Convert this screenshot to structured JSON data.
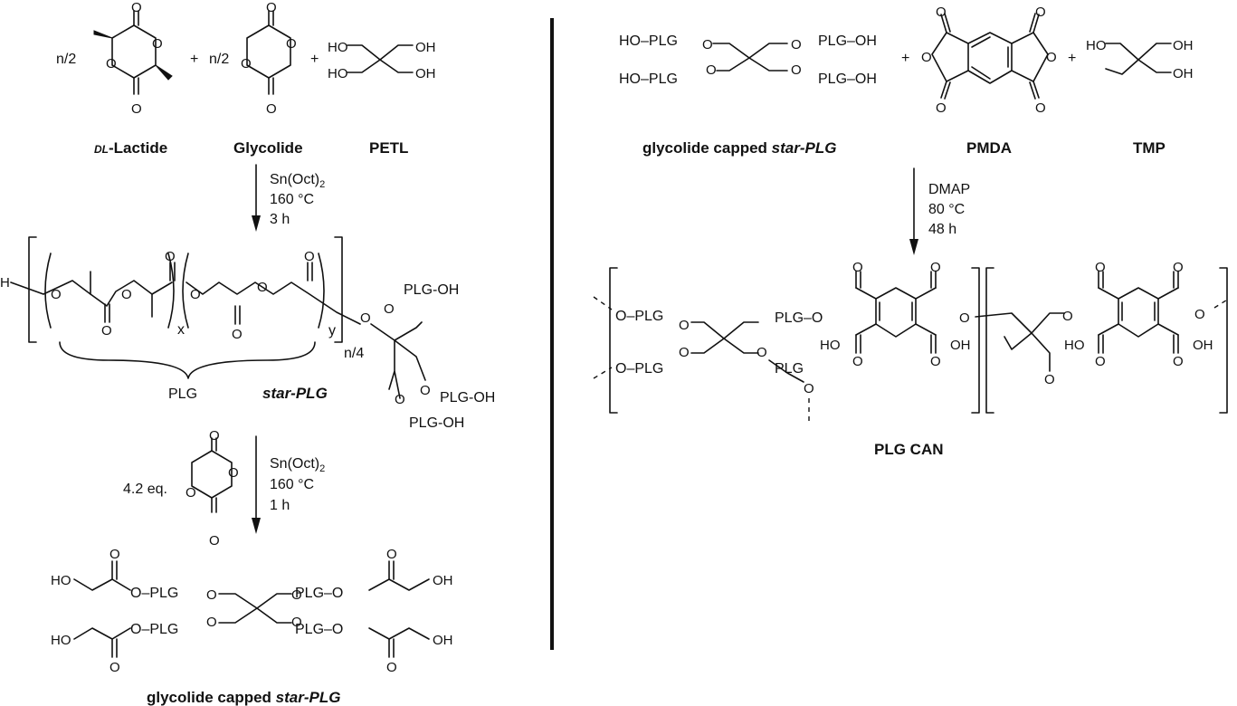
{
  "left": {
    "coeff_lactide": "n/2",
    "plus1": "+",
    "coeff_glycolide": "n/2",
    "plus2": "+",
    "name_lactide_prefix": "DL",
    "name_lactide_suffix": "-Lactide",
    "name_glycolide": "Glycolide",
    "name_petl": "PETL",
    "step1": {
      "catalyst": "Sn(Oct)",
      "catalyst_sub": "2",
      "temp": "160 °C",
      "time": "3 h"
    },
    "repeat_x": "x",
    "repeat_y": "y",
    "repeat_n": "n/4",
    "brace_label": "PLG",
    "star_label": "star-PLG",
    "arm_label": "PLG-OH",
    "step2": {
      "equivalents": "4.2 eq.",
      "catalyst": "Sn(Oct)",
      "catalyst_sub": "2",
      "temp": "160 °C",
      "time": "1 h"
    },
    "product_label_prefix": "glycolide capped ",
    "product_label_suffix": "star-PLG"
  },
  "right": {
    "reactant1_prefix": "glycolide capped ",
    "reactant1_suffix": "star-PLG",
    "plus1": "+",
    "plus2": "+",
    "reactant2": "PMDA",
    "reactant3": "TMP",
    "conditions": {
      "catalyst": "DMAP",
      "temp": "80 °C",
      "time": "48 h"
    },
    "product_label": "PLG CAN"
  },
  "atoms": {
    "O": "O",
    "H": "H",
    "HO": "HO",
    "OH": "OH",
    "PLG": "PLG",
    "HO_PLG": "HO–PLG",
    "PLG_OH": "PLG–OH",
    "O_PLG": "O–PLG",
    "PLG_O": "PLG–O"
  }
}
